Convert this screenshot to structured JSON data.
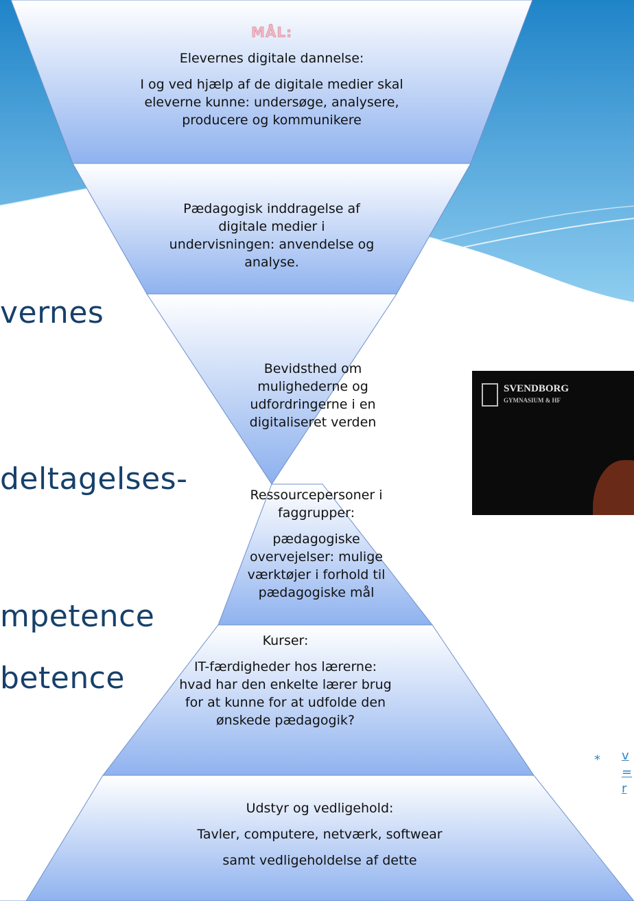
{
  "diagram": {
    "mal_label": "MÅL:",
    "tier1": {
      "heading": "Elevernes digitale dannelse:",
      "lines": [
        "I og ved hjælp  af de digitale medier skal",
        "eleverne kunne: undersøge, analysere,",
        "producere og kommunikere"
      ]
    },
    "tier2": {
      "lines": [
        "Pædagogisk inddragelse af",
        "digitale medier i",
        "undervisningen: anvendelse og",
        "analyse."
      ]
    },
    "tier3": {
      "lines": [
        "Bevidsthed om",
        "mulighederne og",
        "udfordringerne i en",
        "digitaliseret verden"
      ]
    },
    "tier4": {
      "heading_lines": [
        "Ressourcepersoner  i",
        "faggrupper:"
      ],
      "lines": [
        "pædagogiske",
        "overvejelser: mulige",
        "værktøjer i forhold til",
        "pædagogiske mål"
      ]
    },
    "tier5": {
      "heading": "Kurser:",
      "lines": [
        "IT-færdigheder hos lærerne:",
        "hvad har den enkelte lærer brug",
        "for at kunne for at udfolde den",
        "ønskede pædagogik?"
      ]
    },
    "tier6": {
      "heading": "Udstyr og vedligehold:",
      "line1": "Tavler, computere, netværk, softwear",
      "line2": "samt vedligeholdelse af dette"
    }
  },
  "background_slide": {
    "fragments": [
      "vernes",
      "deltagelses-",
      "mpetence",
      "betence"
    ],
    "bullet_glyph": "*",
    "link_fragments": [
      "v",
      "=",
      "r"
    ]
  },
  "photo": {
    "logo_name": "SVENDBORG",
    "logo_sub": "GYMNASIUM & HF"
  },
  "colors": {
    "sky_blue": "#3f9fd6",
    "triangle_light": "#ffffff",
    "triangle_blue": "#8fb2ef",
    "text_dark_blue": "#17406b",
    "mal_pink": "#f0b8c4"
  }
}
